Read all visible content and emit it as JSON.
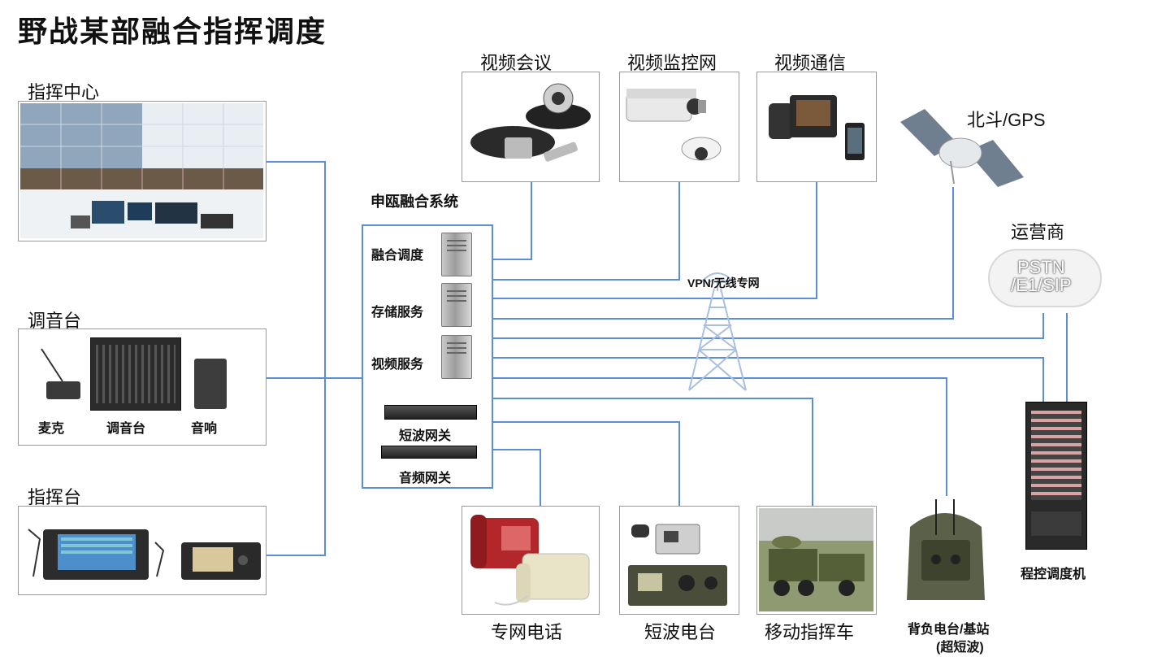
{
  "title": "野战某部融合指挥调度",
  "system": {
    "label": "申瓯融合系统",
    "services": [
      "融合调度",
      "存储服务",
      "视频服务"
    ],
    "gateways": [
      "短波网关",
      "音频网关"
    ]
  },
  "network": {
    "label": "VPN/无线专网"
  },
  "left": {
    "command_center": {
      "label": "指挥中心"
    },
    "mixer": {
      "label": "调音台",
      "items": [
        "麦克",
        "调音台",
        "音响"
      ]
    },
    "console": {
      "label": "指挥台"
    }
  },
  "top": [
    "视频会议",
    "视频监控网",
    "视频通信"
  ],
  "beidou": "北斗/GPS",
  "carrier": {
    "label": "运营商",
    "cloud_line1": "PSTN",
    "cloud_line2": "/E1/SIP"
  },
  "bottom": [
    "专网电话",
    "短波电台",
    "移动指挥车"
  ],
  "backpack": {
    "line1": "背负电台/基站",
    "line2": "(超短波)"
  },
  "switch": "程控调度机",
  "colors": {
    "line": "#5b8ed6",
    "box_border": "#9a9a9a"
  }
}
